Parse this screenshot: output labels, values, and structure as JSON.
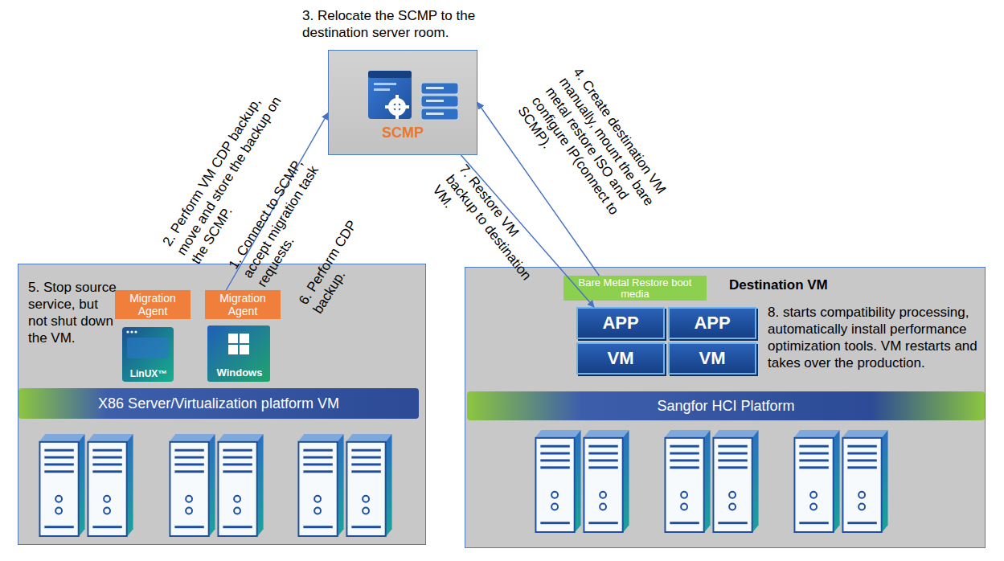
{
  "diagram": {
    "nodes": [
      {
        "text": [
          "SCMP"
        ]
      },
      {
        "text": [
          "5. Stop source service, but not shut down the VM."
        ]
      },
      {
        "text": [
          "Migration Agent"
        ],
        "in": 1
      },
      {
        "text": [
          "Migration Agent"
        ],
        "in": 1
      },
      {
        "text": [
          "LinUX™"
        ],
        "in": 1
      },
      {
        "text": [
          "Windows"
        ],
        "in": 1
      },
      {
        "text": [
          "X86 Server/Virtualization platform VM"
        ],
        "in": 1
      },
      {
        "text": [
          "Destination VM",
          "8. starts compatibility processing, automatically install performance optimization tools. VM restarts and takes over the production."
        ]
      },
      {
        "text": [
          "Bare Metal Restore boot media"
        ],
        "in": 7
      },
      {
        "text": [
          "APP"
        ],
        "in": 7
      },
      {
        "text": [
          "VM"
        ],
        "in": 7
      },
      {
        "text": [
          "APP"
        ],
        "in": 7
      },
      {
        "text": [
          "VM"
        ],
        "in": 7
      },
      {
        "text": [
          "Sangfor HCI Platform"
        ],
        "in": 7
      }
    ],
    "edges": [
      {
        "from": 3,
        "to": 0,
        "arrow": "to",
        "label": "1. Connect to SCMP, accept migration task requests."
      },
      {
        "from": 0,
        "to": 9,
        "arrow": "to",
        "label": "7. Restore VM backup to destination VM."
      },
      {
        "from": 8,
        "to": 0,
        "arrow": "to",
        "label": "4. Create destination VM manually, mount the bare metal restore ISO and configure IP(connect to SCMP)."
      }
    ],
    "labels": [
      "3. Relocate the SCMP to the destination server room.",
      "2. Perform VM CDP backup, move and store the backup on the SCMP.",
      "6. Perform CDP backup."
    ]
  }
}
